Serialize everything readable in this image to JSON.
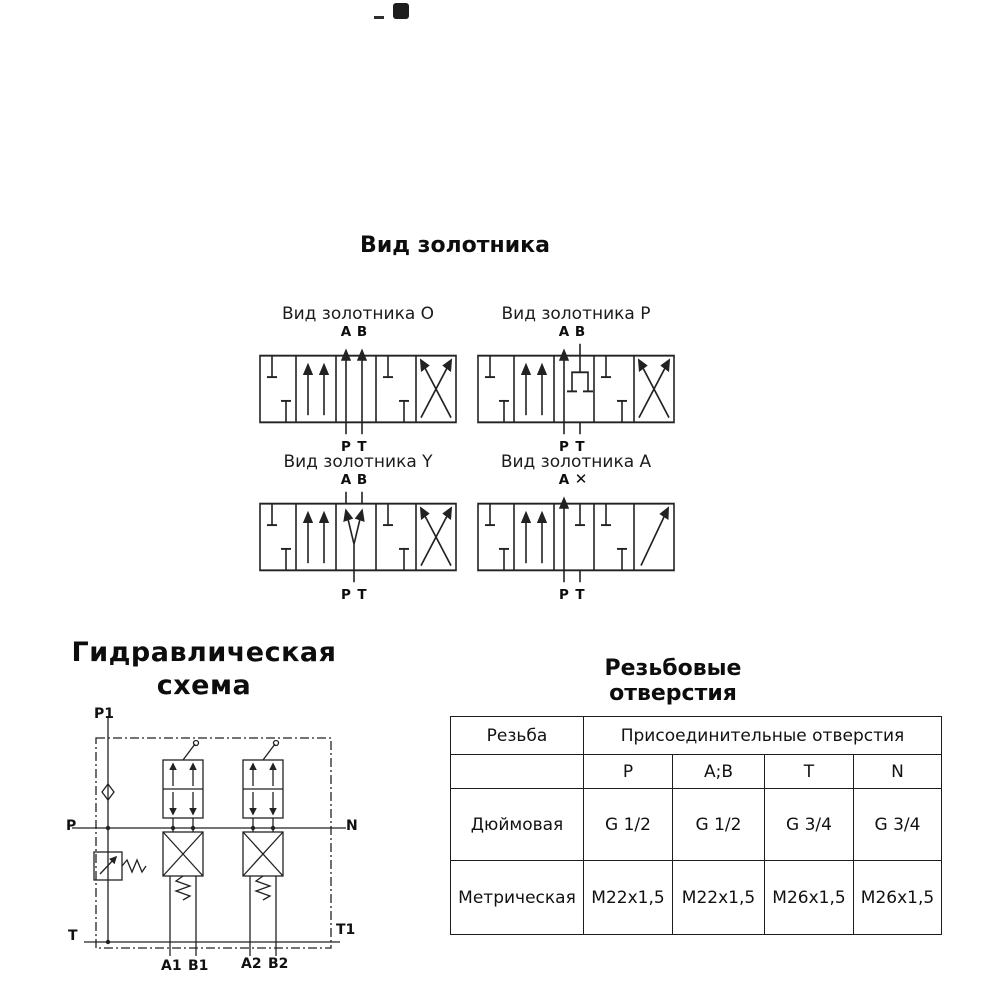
{
  "spool_section": {
    "title": "Вид золотника",
    "ports": {
      "a": "A",
      "b": "B",
      "p": "P",
      "t": "T",
      "blocked": "✕"
    },
    "diagrams": [
      {
        "label": "Вид золотника О"
      },
      {
        "label": "Вид золотника Р"
      },
      {
        "label": "Вид золотника Y"
      },
      {
        "label": "Вид золотника А"
      }
    ]
  },
  "hydraulic_section": {
    "title_line1": "Гидравлическая",
    "title_line2": "схема",
    "ports": {
      "p1": "P1",
      "p": "P",
      "t": "T",
      "n": "N",
      "t1": "T1",
      "a1": "A1",
      "b1": "B1",
      "a2": "A2",
      "b2": "B2"
    }
  },
  "table_section": {
    "title": "Резьбовые отверстия",
    "table": {
      "col1_header": "Резьба",
      "span_header": "Присоединительные отверстия",
      "sub_headers": [
        "P",
        "A;B",
        "T",
        "N"
      ],
      "rows": [
        {
          "label": "Дюймовая",
          "values": [
            "G 1/2",
            "G 1/2",
            "G 3/4",
            "G 3/4"
          ]
        },
        {
          "label": "Метрическая",
          "values": [
            "M22x1,5",
            "M22x1,5",
            "M26x1,5",
            "M26x1,5"
          ]
        }
      ]
    }
  }
}
